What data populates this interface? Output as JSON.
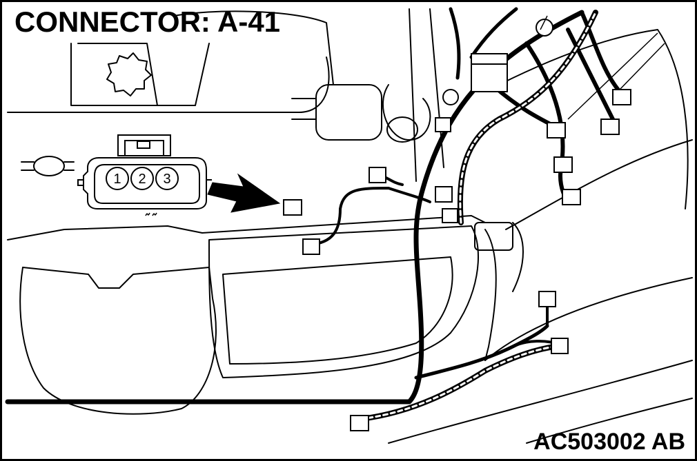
{
  "title": "CONNECTOR: A-41",
  "figure_code": "AC503002 AB",
  "connector": {
    "pins": [
      "1",
      "2",
      "3"
    ]
  }
}
